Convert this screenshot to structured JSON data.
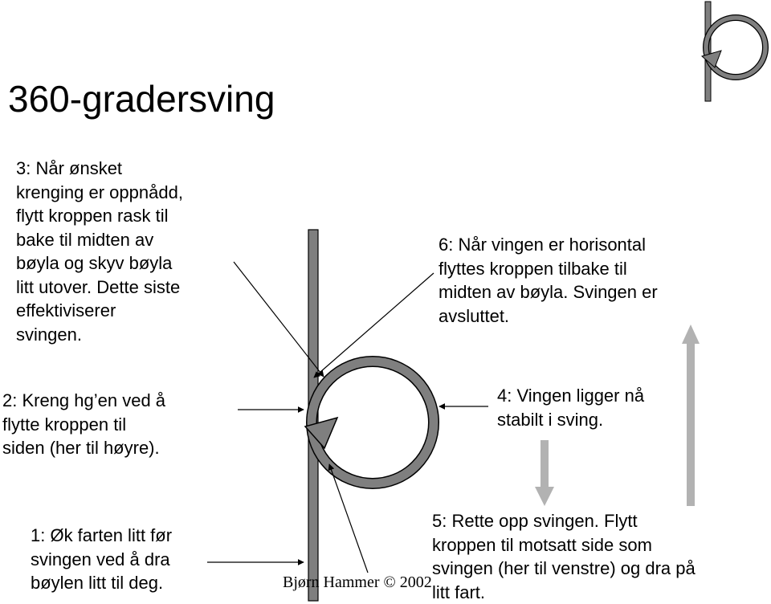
{
  "title": "360-gradersving",
  "steps": {
    "step1": "1: Øk farten litt før\nsvingen ved å dra\nbøylen litt til deg.",
    "step2": "2: Kreng hg’en ved å\nflytte kroppen til\nsiden (her til høyre).",
    "step3": "3: Når ønsket\nkrenging er oppnådd,\nflytt kroppen rask til\nbake til midten av\nbøyla og skyv bøyla\nlitt utover. Dette siste\neffektiviserer\nsvingen.",
    "step4": "4: Vingen ligger nå\nstabilt i sving.",
    "step5": "5: Rette opp svingen. Flytt\nkroppen til motsatt side som\nsvingen (her til venstre) og dra på\nlitt fart.",
    "step6": "6: Når vingen er horisontal\nflyttes kroppen tilbake til\nmidten av bøyla. Svingen er\navsluttet."
  },
  "credit": "Bjørn Hammer © 2002",
  "colors": {
    "path_fill": "#7f7f7f",
    "path_stroke": "#000000",
    "arrow_gray": "#b2b2b2",
    "text": "#000000"
  },
  "icons": {
    "turn_path": "loop-path-with-arrow",
    "thumbnail": "small-loop-path-icon",
    "pointer": "black-arrowhead-line",
    "direction": "gray-block-arrow"
  }
}
